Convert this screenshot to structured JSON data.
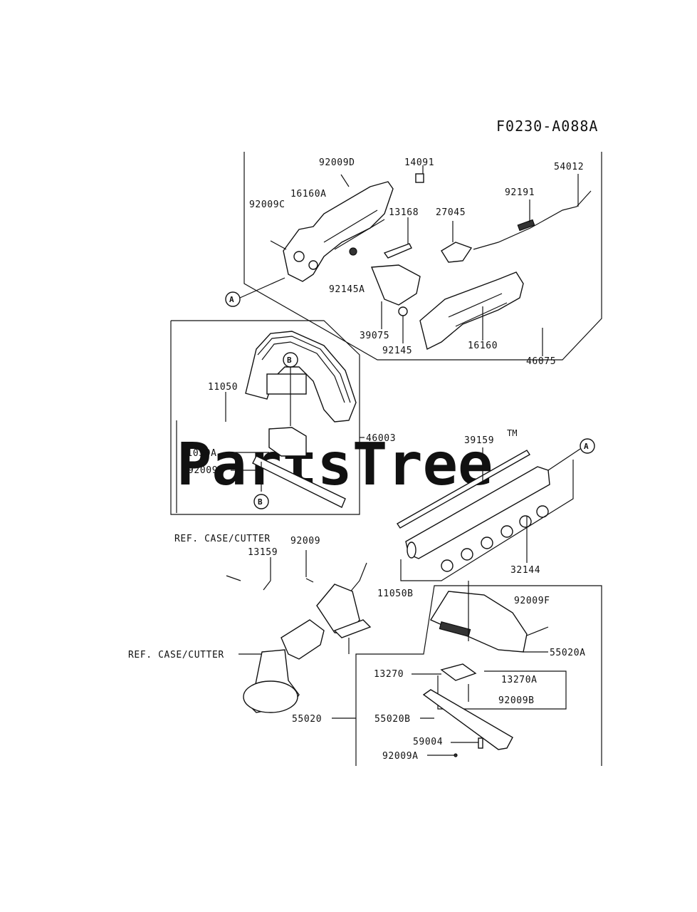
{
  "diagram": {
    "code": "F0230-A088A",
    "watermark": "PartsTree",
    "watermark_mark": "TM",
    "callouts": {
      "a": "A",
      "b": "B"
    },
    "labels": {
      "p92009D": "92009D",
      "p14091": "14091",
      "p54012": "54012",
      "p16160A": "16160A",
      "p92191": "92191",
      "p92009C": "92009C",
      "p13168": "13168",
      "p27045": "27045",
      "p92145A": "92145A",
      "p39075": "39075",
      "p92145": "92145",
      "p16160": "16160",
      "p46075": "46075",
      "p11050": "11050",
      "p46003": "46003",
      "p11050A": "11050A",
      "p92009E": "92009E",
      "p39159": "39159",
      "refCase1": "REF. CASE/CUTTER",
      "p92009": "92009",
      "p13159": "13159",
      "p32144": "32144",
      "p11050B": "11050B",
      "p92009F": "92009F",
      "refCase2": "REF. CASE/CUTTER",
      "p55020A": "55020A",
      "p13270": "13270",
      "p13270A": "13270A",
      "p92009B": "92009B",
      "p55020": "55020",
      "p55020B": "55020B",
      "p59004": "59004",
      "p92009A": "92009A"
    }
  }
}
